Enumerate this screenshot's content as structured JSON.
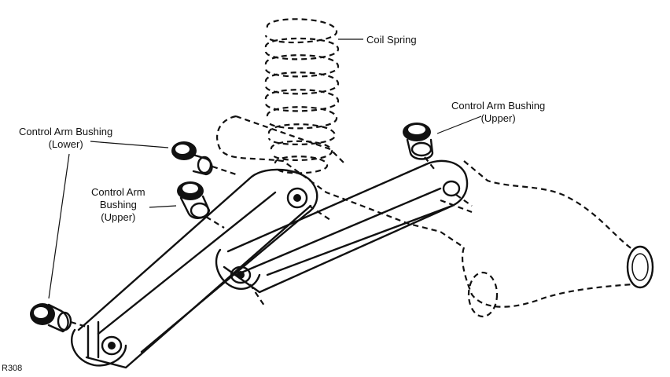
{
  "labels": {
    "coil_spring": "Coil Spring",
    "bushing_upper_right_line1": "Control Arm Bushing",
    "bushing_upper_right_line2": "(Upper)",
    "bushing_lower_line1": "Control Arm Bushing",
    "bushing_lower_line2": "(Lower)",
    "bushing_upper_mid_line1": "Control Arm",
    "bushing_upper_mid_line2": "Bushing",
    "bushing_upper_mid_line3": "(Upper)"
  },
  "figure_id": "R308",
  "colors": {
    "ink": "#111111",
    "background": "#ffffff"
  }
}
